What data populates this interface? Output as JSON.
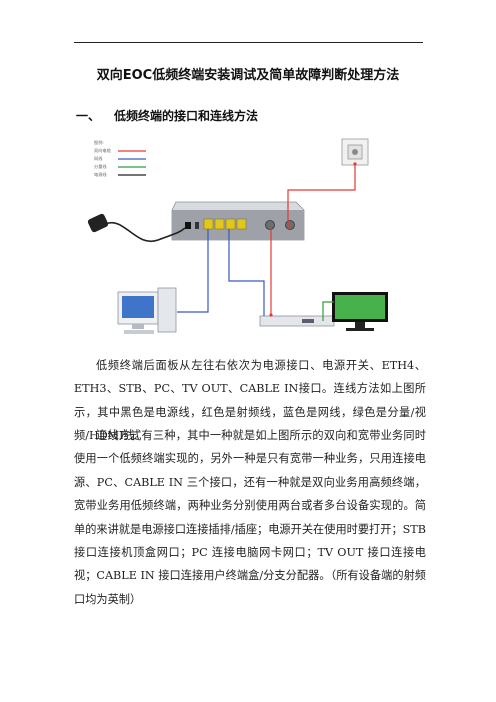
{
  "title": "双向EOC低频终端安装调试及简单故障判断处理方法",
  "section": {
    "number": "一、",
    "heading": "低频终端的接口和连线方法"
  },
  "legend": [
    {
      "label": "图例:",
      "color": ""
    },
    {
      "label": "双向电缆",
      "color": "#e53935"
    },
    {
      "label": "网线",
      "color": "#3a57c8"
    },
    {
      "label": "分量线",
      "color": "#2e9e3a"
    },
    {
      "label": "电源线",
      "color": "#222222"
    }
  ],
  "paragraphs": [
    "低频终端后面板从左往右依次为电源接口、电源开关、ETH4、ETH3、STB、PC、TV OUT、CABLE IN接口。连线方法如上图所示，其中黑色是电源线，红色是射频线，蓝色是网线，绿色是分量/视频/HDMI线。",
    "连线方式有三种，其中一种就是如上图所示的双向和宽带业务同时使用一个低频终端实现的，另外一种是只有宽带一种业务，只用连接电源、PC、CABLE IN 三个接口，还有一种就是双向业务用高频终端，宽带业务用低频终端，两种业务分别使用两台或者多台设备实现的。简单的来讲就是电源接口连接插排/插座；电源开关在使用时要打开；STB 接口连接机顶盒网口；PC 连接电脑网卡网口；TV OUT 接口连接电视；CABLE IN 接口连接用户终端盒/分支分配器。（所有设备端的射频口均为英制）"
  ],
  "colors": {
    "rf": "#e53935",
    "network": "#3a57c8",
    "video": "#2e9e3a",
    "power": "#222222"
  }
}
